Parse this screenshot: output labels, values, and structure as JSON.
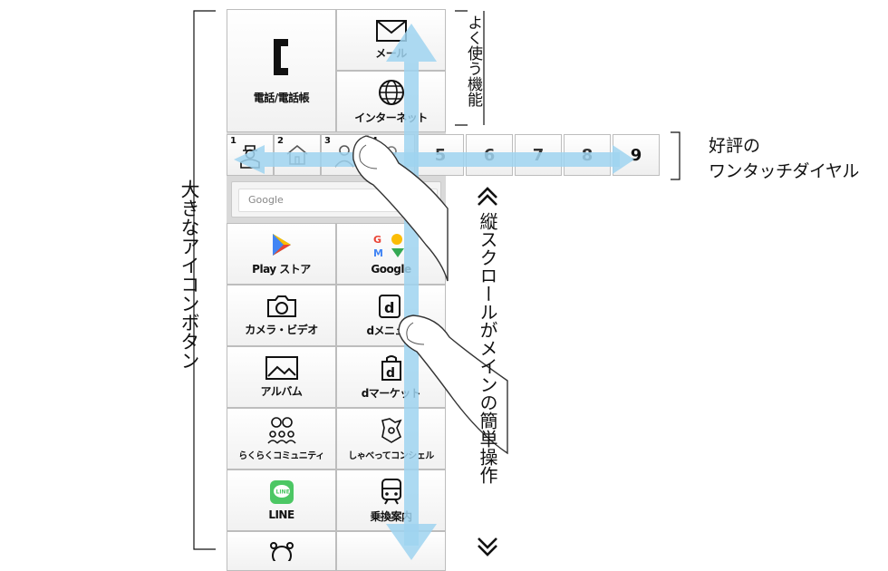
{
  "annotations": {
    "frequent_use": "よく使う機能",
    "speed_dial_line1": "好評の",
    "speed_dial_line2": "ワンタッチダイヤル",
    "big_icons": "大きなアイコンボタン",
    "vertical_scroll": "縦スクロールがメインの簡単操作"
  },
  "phone": {
    "label": "電話/電話帳"
  },
  "mail": {
    "label": "メール"
  },
  "internet": {
    "label": "インターネット"
  },
  "dial": {
    "slots": [
      {
        "num": "1"
      },
      {
        "num": "2"
      },
      {
        "num": "3"
      },
      {
        "num": "4"
      }
    ],
    "numbers": [
      "5",
      "6",
      "7",
      "8",
      "9"
    ]
  },
  "search": {
    "brand": "Google"
  },
  "apps": [
    {
      "label": "Play ストア",
      "icon": "play-store-icon"
    },
    {
      "label": "Google",
      "icon": "google-apps-icon"
    },
    {
      "label": "カメラ・ビデオ",
      "icon": "camera-icon"
    },
    {
      "label": "dメニュー",
      "icon": "d-menu-icon"
    },
    {
      "label": "アルバム",
      "icon": "album-icon"
    },
    {
      "label": "dマーケット",
      "icon": "d-market-icon"
    },
    {
      "label": "らくらくコミュニティ",
      "icon": "community-icon"
    },
    {
      "label": "しゃべってコンシェル",
      "icon": "concier-icon"
    },
    {
      "label": "LINE",
      "icon": "line-icon"
    },
    {
      "label": "乗換案内",
      "icon": "train-icon"
    }
  ],
  "colors": {
    "arrow": "#9fd4f0",
    "line_green": "#4cc764",
    "tile_border": "#bdbdbd"
  }
}
